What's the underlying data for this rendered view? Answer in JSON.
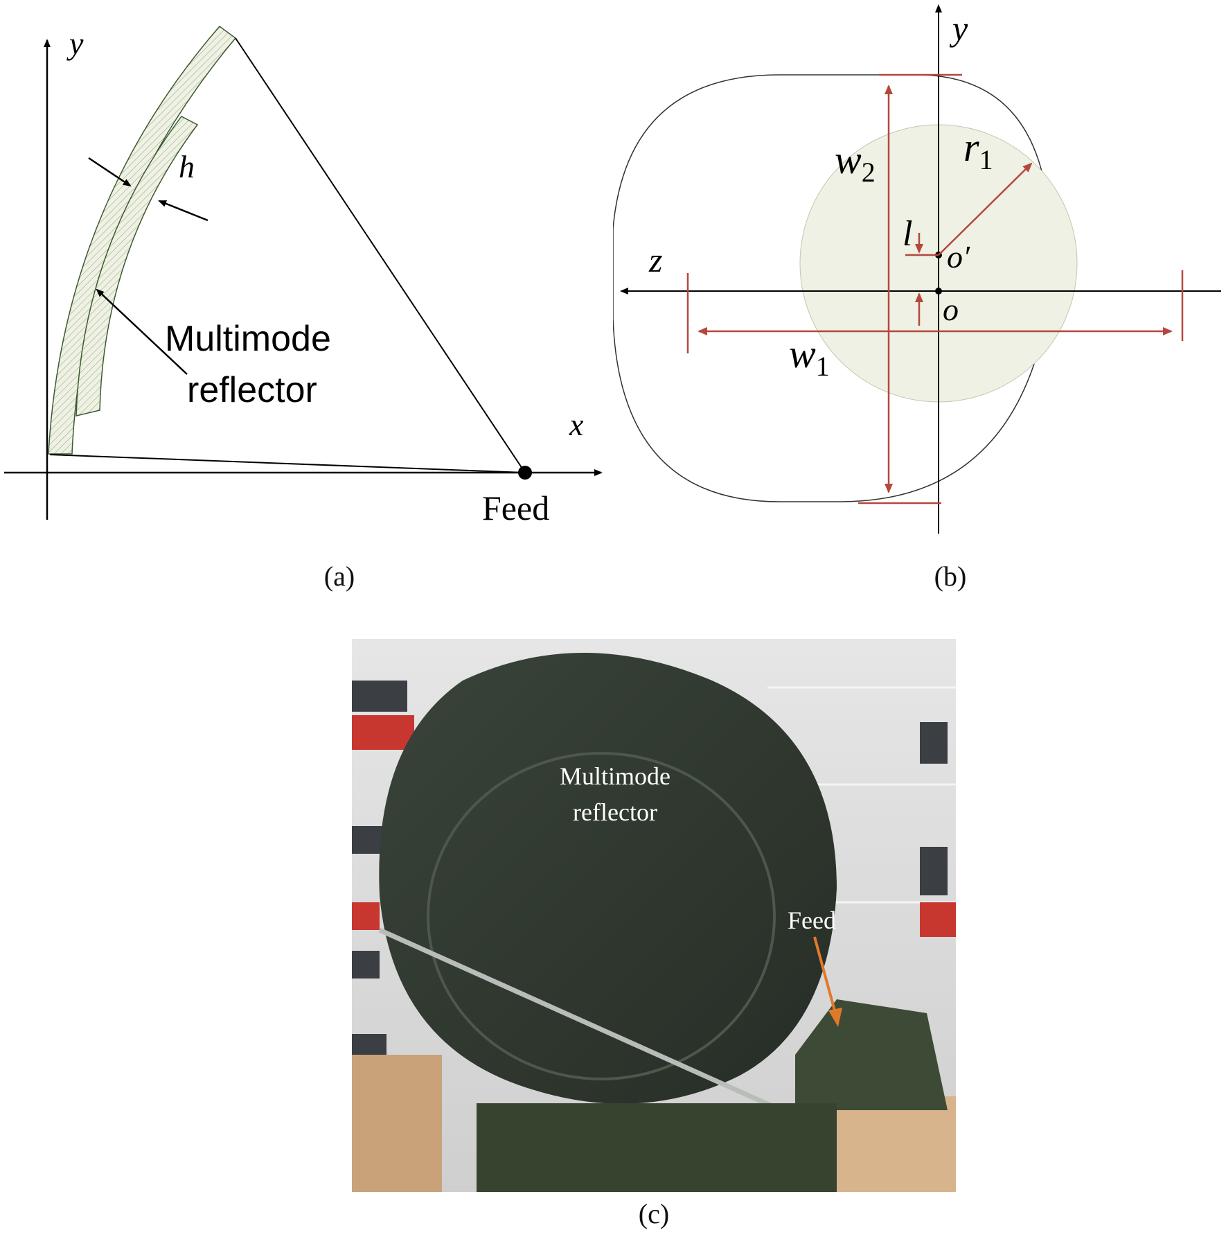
{
  "panel_a": {
    "axis_y": "y",
    "axis_x": "x",
    "thickness_label": "h",
    "reflector_label_line1": "Multimode",
    "reflector_label_line2": "reflector",
    "feed_label": "Feed",
    "caption": "(a)"
  },
  "panel_b": {
    "axis_y": "y",
    "axis_z": "z",
    "width2_label": "w",
    "width2_sub": "2",
    "radius_label": "r",
    "radius_sub": "1",
    "offset_label": "l",
    "center_offset_label": "o′",
    "origin_label": "o",
    "width1_label": "w",
    "width1_sub": "1",
    "caption": "(b)"
  },
  "panel_c": {
    "reflector_label_line1": "Multimode",
    "reflector_label_line2": "reflector",
    "feed_label": "Feed",
    "caption": "(c)"
  },
  "colors": {
    "dimension_red": "#b5473d",
    "reflector_fill": "#eef1e4",
    "hatch_green": "#4a6a3a",
    "dish_dark": "#2d352c",
    "feed_arrow": "#e07a2a"
  }
}
